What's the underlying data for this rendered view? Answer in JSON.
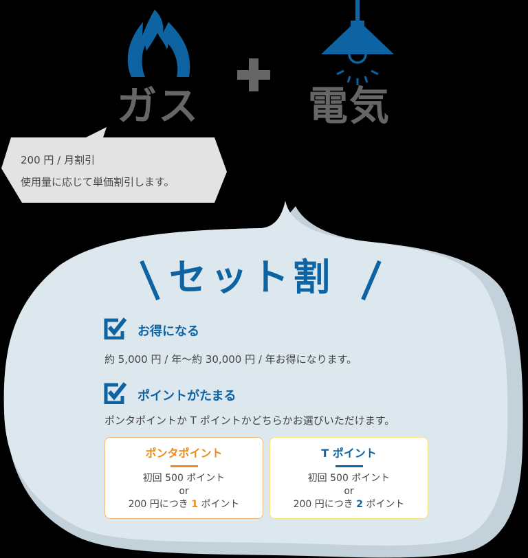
{
  "colors": {
    "background": "#000000",
    "brand_blue": "#0e63a3",
    "gray_text": "#666666",
    "body_text": "#444444",
    "bubble_fill": "#dde8ee",
    "bubble_shadow": "#c3d2da",
    "gas_bubble_fill": "#e3e3e3",
    "ponta_orange": "#f08a1c",
    "ponta_border": "#f0b97a",
    "tpoint_border": "#f6e37c"
  },
  "header": {
    "gas": {
      "icon": "flame-icon",
      "label": "ガス"
    },
    "plus": {
      "icon": "plus-icon",
      "symbol": "+"
    },
    "electricity": {
      "icon": "pendant-lamp-icon",
      "label": "電気"
    }
  },
  "gas_bubble": {
    "line1": "200 円 / 月割引",
    "line2": "使用量に応じて単価割引します。"
  },
  "set_discount": {
    "title": "セット割",
    "title_left_mark": "＼",
    "title_right_mark": "／",
    "sections": [
      {
        "icon": "checkbox-checked-icon",
        "heading": "お得になる",
        "body": "約 5,000 円 / 年〜約 30,000 円 / 年お得になります。"
      },
      {
        "icon": "checkbox-checked-icon",
        "heading": "ポイントがたまる",
        "body": "ポンタポイントか T ポイントかどちらかお選びいただけます。"
      }
    ],
    "cards": [
      {
        "id": "ponta",
        "title": "ポンタポイント",
        "line1": "初回 500 ポイント",
        "or": "or",
        "line3_prefix": "200 円につき ",
        "line3_value": "1",
        "line3_suffix": " ポイント",
        "accent": "#f08a1c"
      },
      {
        "id": "tpoint",
        "title": "T ポイント",
        "line1": "初回 500 ポイント",
        "or": "or",
        "line3_prefix": "200 円につき ",
        "line3_value": "2",
        "line3_suffix": " ポイント",
        "accent": "#0e63a3"
      }
    ]
  }
}
